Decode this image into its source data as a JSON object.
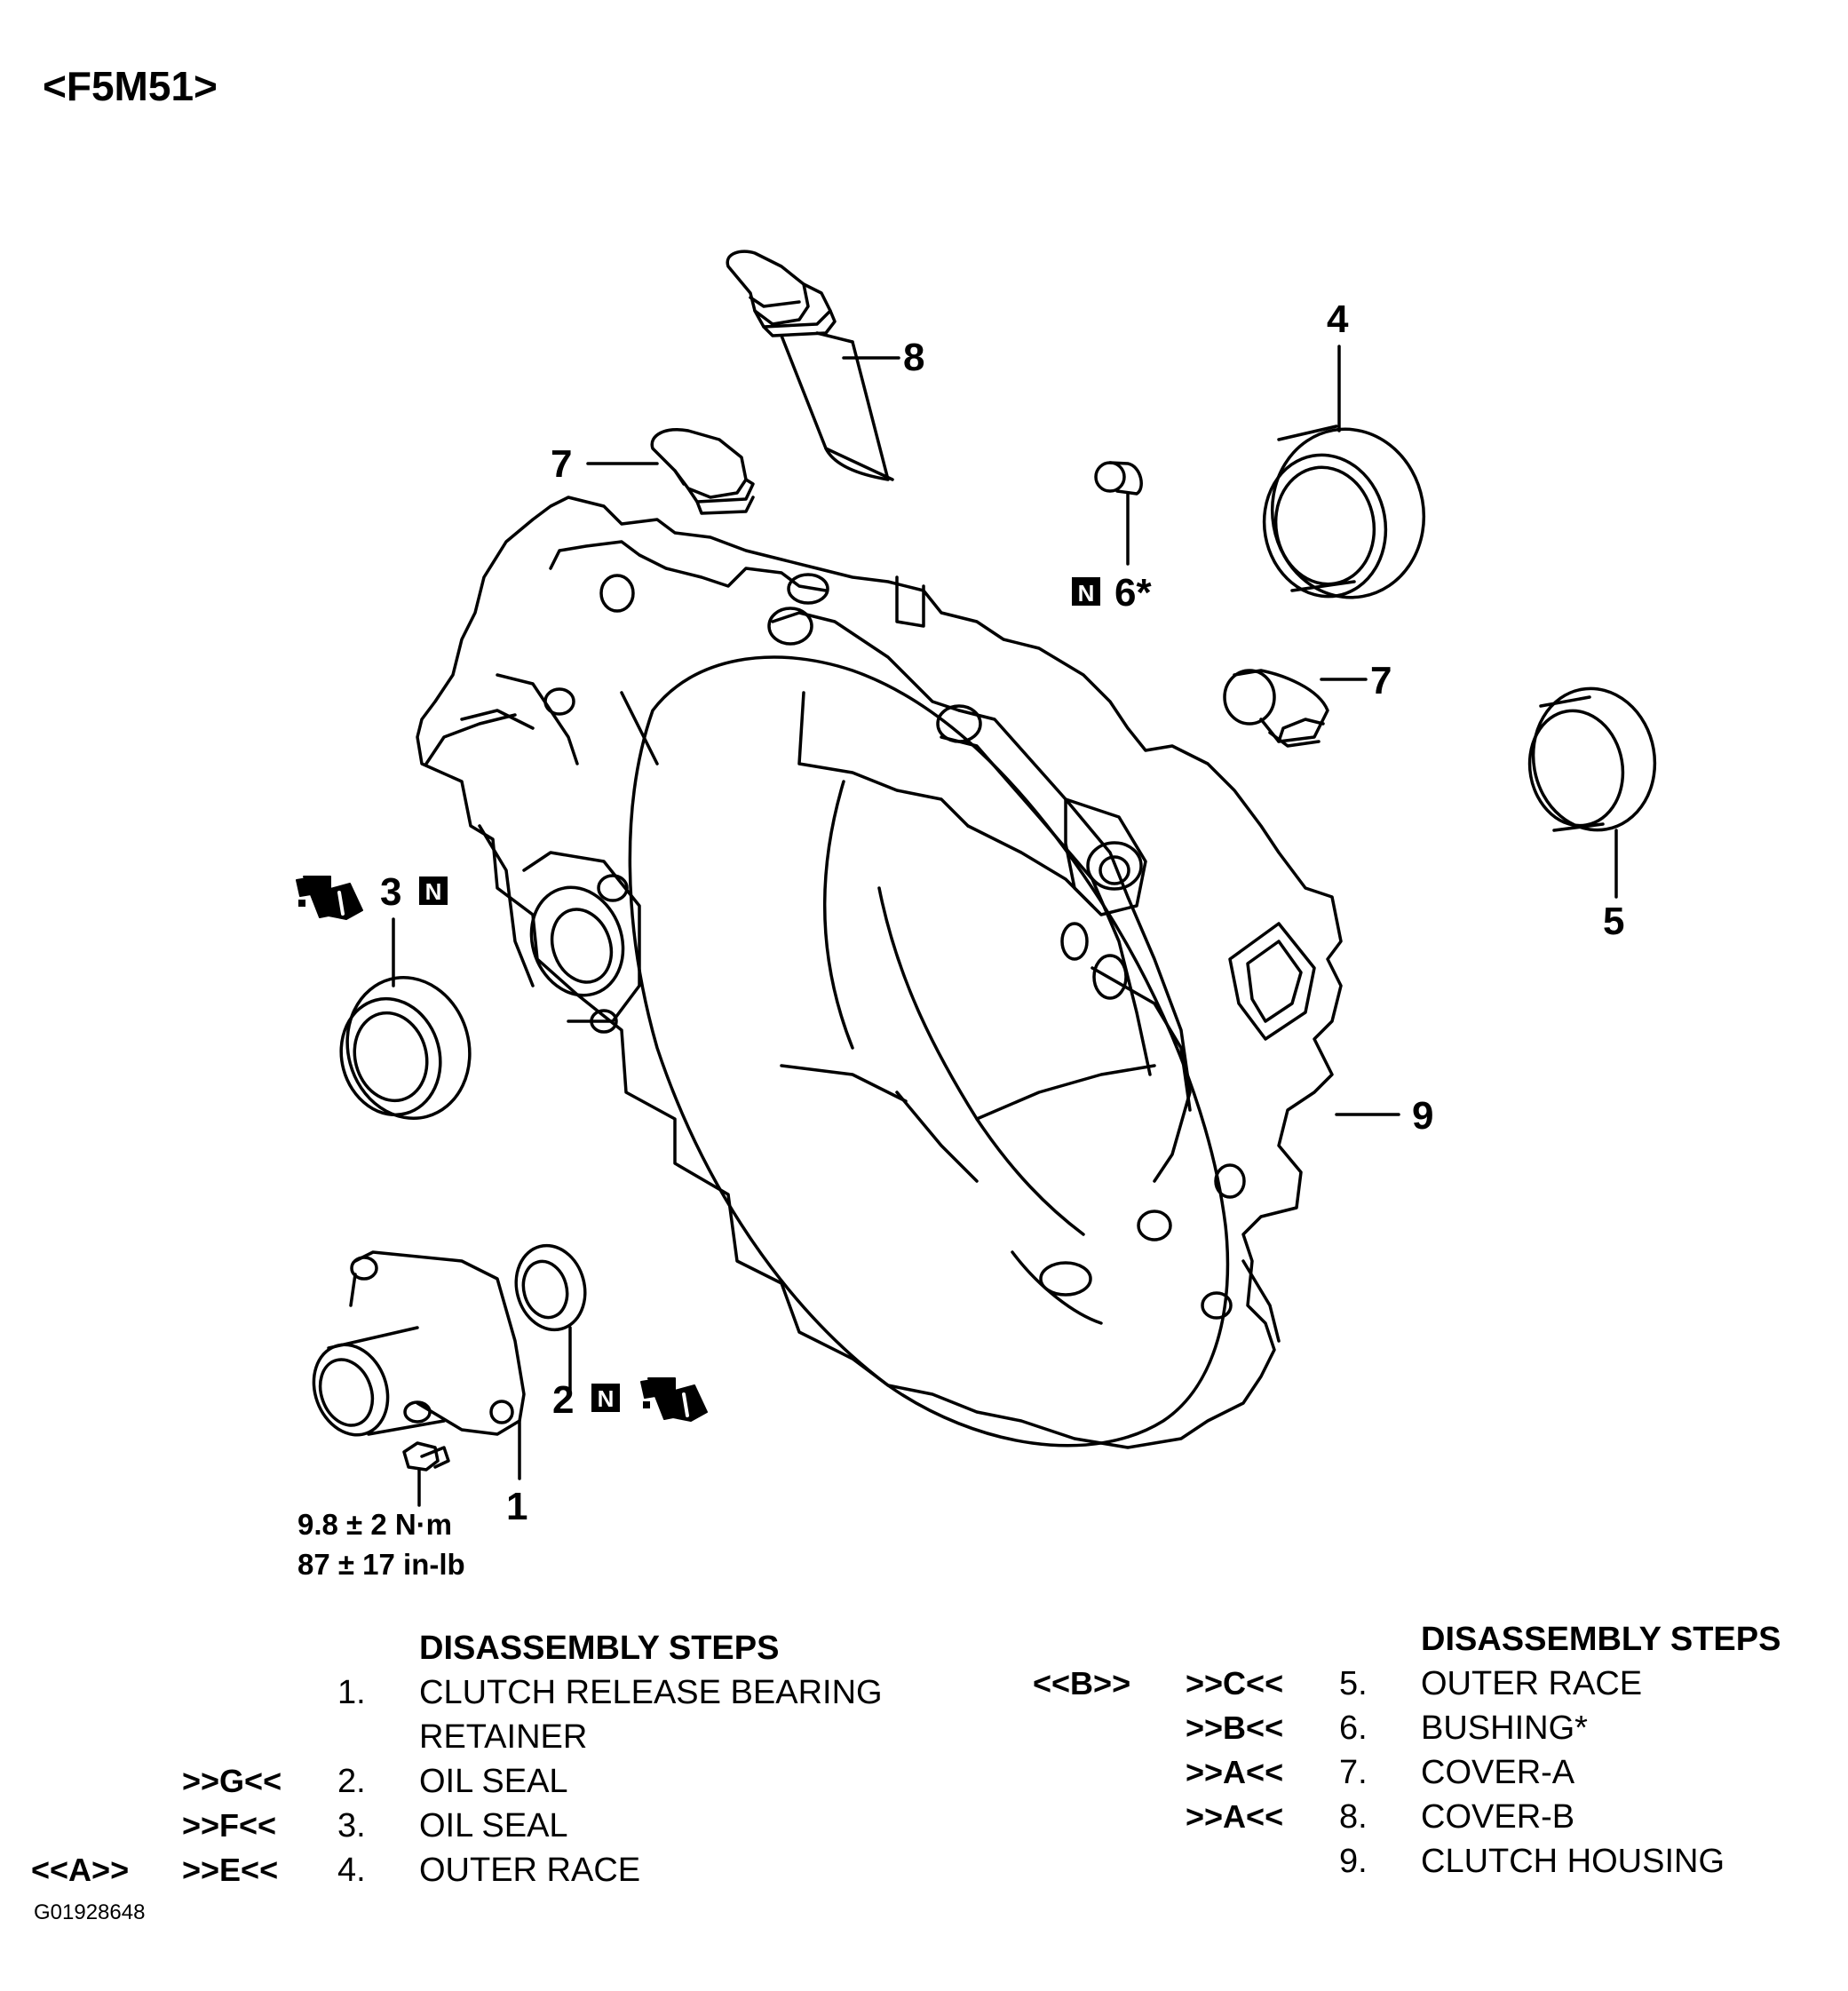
{
  "title": "<F5M51>",
  "figure_id": "G01928648",
  "callouts": {
    "c1": "1",
    "c2": "2",
    "c3": "3",
    "c4": "4",
    "c5": "5",
    "c6": "6*",
    "c7a": "7",
    "c7b": "7",
    "c8": "8",
    "c9": "9"
  },
  "badge_letter": "N",
  "torque": {
    "metric": "9.8 ± 2 N·m",
    "imperial": "87 ± 17 in-lb"
  },
  "steps_left": {
    "header": "DISASSEMBLY STEPS",
    "rows": [
      {
        "code1": "",
        "code2": "",
        "num": "1.",
        "name": "CLUTCH RELEASE BEARING"
      },
      {
        "code1": "",
        "code2": "",
        "num": "",
        "name": "RETAINER"
      },
      {
        "code1": "",
        "code2": ">>G<<",
        "num": "2.",
        "name": "OIL SEAL"
      },
      {
        "code1": "",
        "code2": ">>F<<",
        "num": "3.",
        "name": "OIL SEAL"
      },
      {
        "code1": "<<A>>",
        "code2": ">>E<<",
        "num": "4.",
        "name": "OUTER RACE"
      }
    ]
  },
  "steps_right": {
    "header": "DISASSEMBLY STEPS",
    "rows": [
      {
        "code1": "<<B>>",
        "code2": ">>C<<",
        "num": "5.",
        "name": "OUTER RACE"
      },
      {
        "code1": "",
        "code2": ">>B<<",
        "num": "6.",
        "name": "BUSHING*"
      },
      {
        "code1": "",
        "code2": ">>A<<",
        "num": "7.",
        "name": "COVER-A"
      },
      {
        "code1": "",
        "code2": ">>A<<",
        "num": "8.",
        "name": "COVER-B"
      },
      {
        "code1": "",
        "code2": "",
        "num": "9.",
        "name": "CLUTCH HOUSING"
      }
    ]
  }
}
